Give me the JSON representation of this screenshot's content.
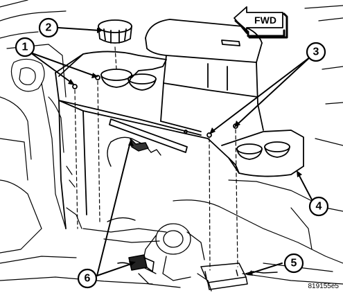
{
  "diagram": {
    "fwd_label": "FWD",
    "figure_id": "819155e5",
    "callouts": [
      {
        "number": "1",
        "name": "callout-1"
      },
      {
        "number": "2",
        "name": "callout-2"
      },
      {
        "number": "3",
        "name": "callout-3"
      },
      {
        "number": "4",
        "name": "callout-4"
      },
      {
        "number": "5",
        "name": "callout-5"
      },
      {
        "number": "6",
        "name": "callout-6"
      }
    ]
  }
}
